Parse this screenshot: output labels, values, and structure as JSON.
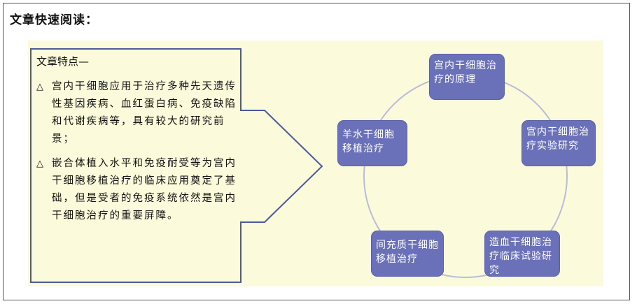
{
  "heading": "文章快速阅读：",
  "notes": {
    "title": "文章特点—",
    "bullet_symbol": "△",
    "bullets": [
      "宫内干细胞应用于治疗多种先天遗传性基因疾病、血红蛋白病、免疫缺陷和代谢疾病等，具有较大的研究前景；",
      "嵌合体植入水平和免疫耐受等为宫内干细胞移植治疗的临床应用奠定了基础，但是受者的免疫系统依然是宫内干细胞治疗的重要屏障。"
    ]
  },
  "cycle": {
    "nodes": [
      "宫内干细胞治疗的原理",
      "宫内干细胞治疗实验研究",
      "造血干细胞治疗临床试验研究",
      "间充质干细胞移植治疗",
      "羊水干细胞移植治疗"
    ]
  },
  "colors": {
    "node_fill": "#6a71b8",
    "panel_bg": "#fbfbdc",
    "arrow_fill": "#fbfbdc",
    "arrow_stroke": "#4a5a9a"
  }
}
